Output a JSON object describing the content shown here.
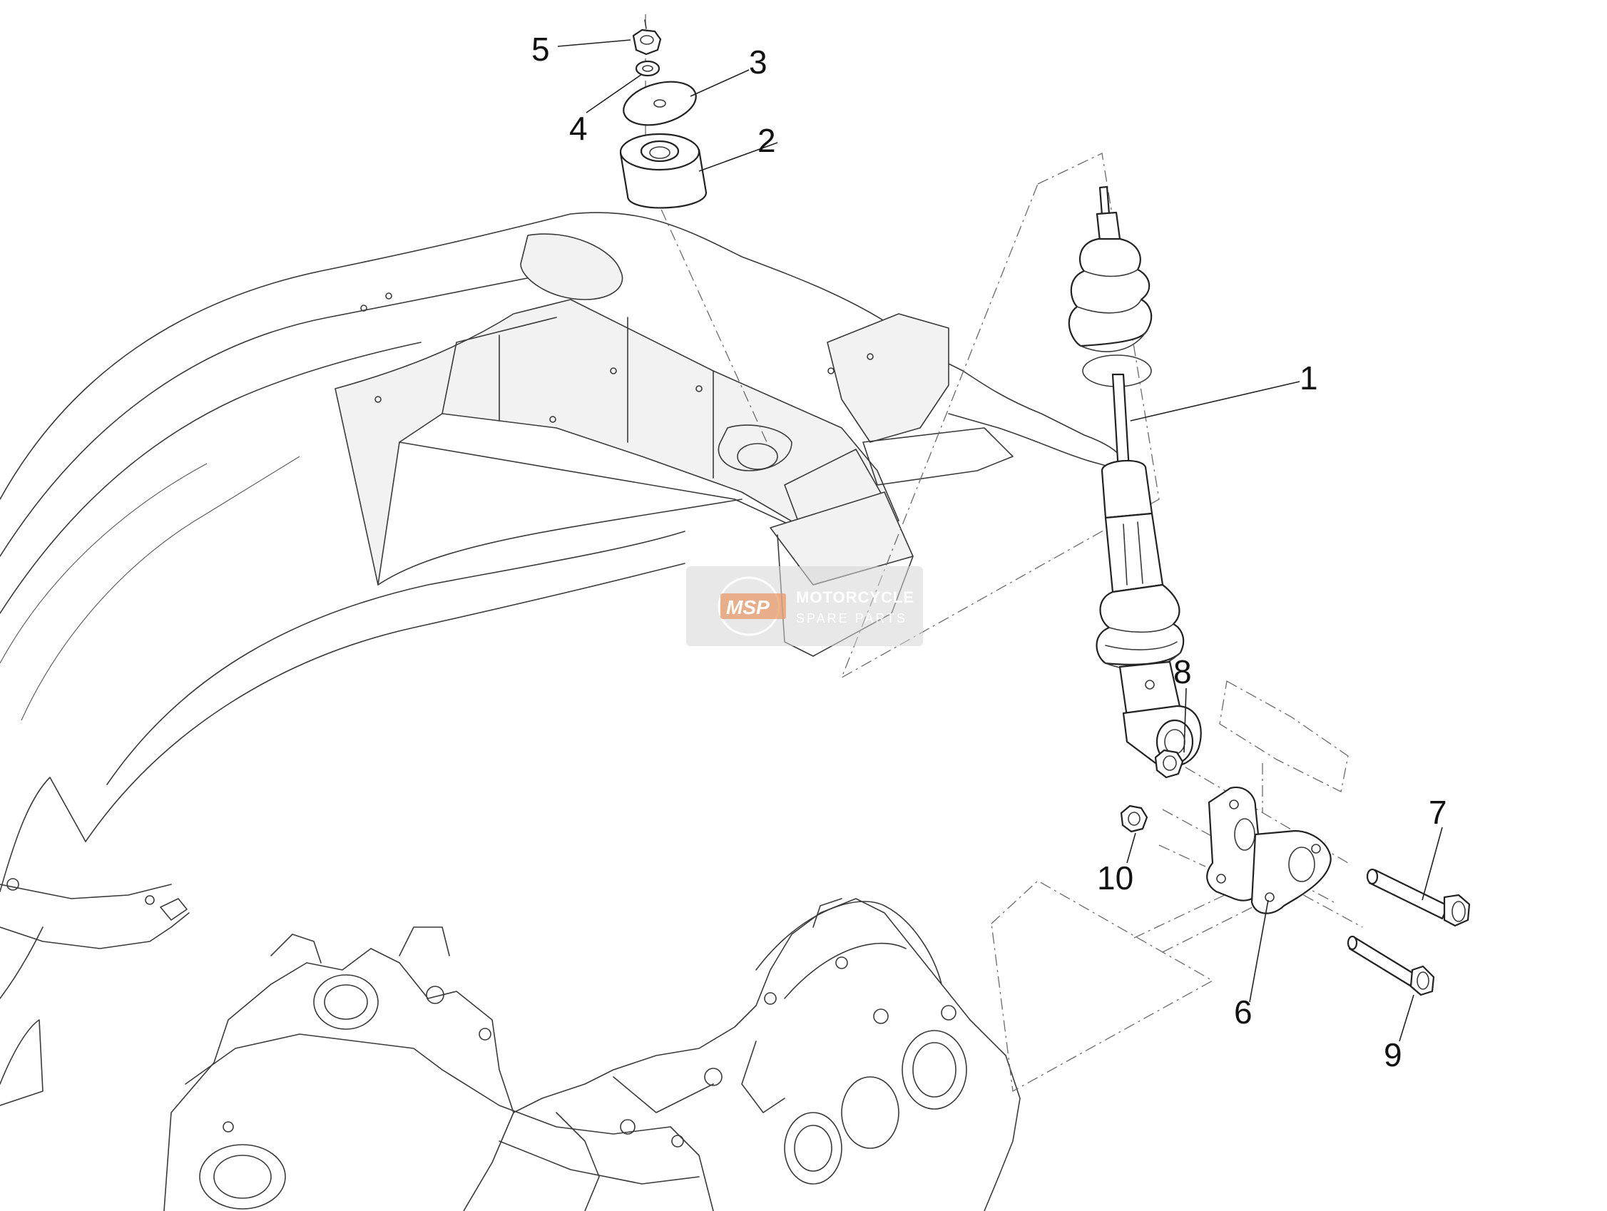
{
  "diagram": {
    "callouts": [
      {
        "num": "1",
        "part": "shock-absorber"
      },
      {
        "num": "2",
        "part": "rubber-bush"
      },
      {
        "num": "3",
        "part": "washer-large"
      },
      {
        "num": "4",
        "part": "washer-small"
      },
      {
        "num": "5",
        "part": "nut-top"
      },
      {
        "num": "6",
        "part": "mounting-bracket"
      },
      {
        "num": "7",
        "part": "hex-flange-bolt"
      },
      {
        "num": "8",
        "part": "nut-upper"
      },
      {
        "num": "9",
        "part": "socket-screw"
      },
      {
        "num": "10",
        "part": "nut-lower"
      }
    ]
  },
  "watermark": {
    "logo": "MSP",
    "line1": "MOTORCYCLE",
    "line2": "SPARE PARTS"
  },
  "colors": {
    "line": "#3a3a3a",
    "watermark_bg": "#d6d6d6",
    "watermark_accent": "#e89a6a"
  }
}
